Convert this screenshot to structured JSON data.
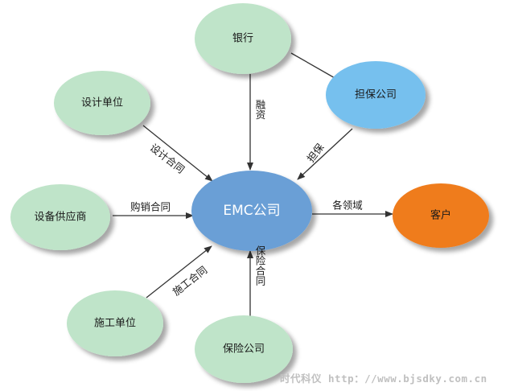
{
  "nodes": {
    "hub": "EMC公司",
    "bank": "银行",
    "guarantee": "担保公司",
    "designer": "设计单位",
    "supplier": "设备供应商",
    "client": "客户",
    "builder": "施工单位",
    "insurer": "保险公司"
  },
  "edges": {
    "financing": "融资",
    "guarantee": "担保",
    "design_contract": "设计合同",
    "purchase_contract": "购销合同",
    "fields": "各领域",
    "construction_contract": "施工合同",
    "insurance_contract": "保险合同"
  },
  "watermark": "时代科仪 http：//www.bjsdky.com.cn",
  "colors": {
    "green_node": "#bfe4c9",
    "blue_node": "#76c0ee",
    "hub": "#6b9fd6",
    "client": "#ef7c1d",
    "arrow": "#333333"
  }
}
